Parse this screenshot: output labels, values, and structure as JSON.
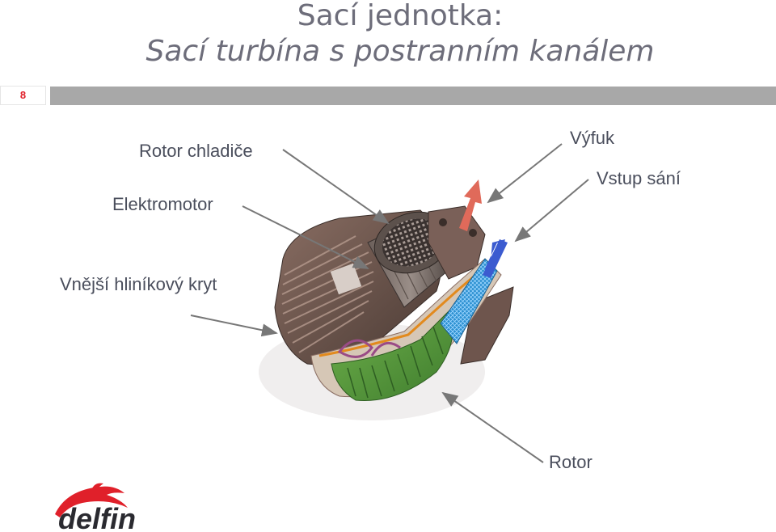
{
  "slide": {
    "title_line1": "Sací jednotka:",
    "title_line2": "Sací turbína s postranním kanálem",
    "number": "8"
  },
  "labels": {
    "rotor_chladice": "Rotor chladiče",
    "elektromotor": "Elektromotor",
    "vnejsi_kryt": "Vnější hliníkový kryt",
    "vyfuk": "Výfuk",
    "vstup_sani": "Vstup sání",
    "rotor": "Rotor"
  },
  "logo": {
    "text": "delfin"
  },
  "colors": {
    "title": "#6d6d7a",
    "slide_number": "#e0202a",
    "bar": "#a8a8a8",
    "label": "#4a4e5c",
    "logo_red": "#e0202a",
    "exhaust_arrow": "#e06a5a",
    "intake_arrow": "#3b5bd0"
  }
}
